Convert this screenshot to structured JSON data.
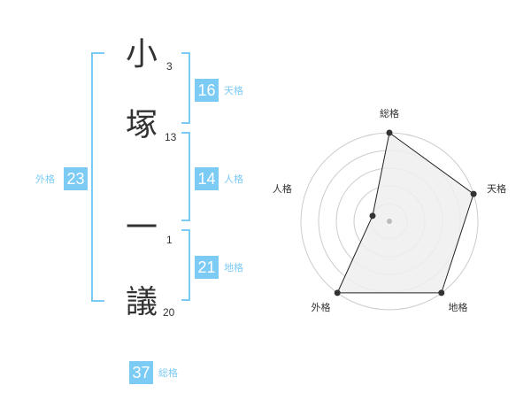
{
  "name": {
    "chars": [
      {
        "char": "小",
        "strokes": "3"
      },
      {
        "char": "塚",
        "strokes": "13"
      },
      {
        "char": "一",
        "strokes": "1"
      },
      {
        "char": "議",
        "strokes": "20"
      }
    ]
  },
  "fortune": {
    "tenkaku": {
      "value": "16",
      "label": "天格"
    },
    "jinkaku": {
      "value": "14",
      "label": "人格"
    },
    "chikaku": {
      "value": "21",
      "label": "地格"
    },
    "gaikaku": {
      "value": "23",
      "label": "外格"
    },
    "soukaku": {
      "value": "37",
      "label": "総格"
    }
  },
  "colors": {
    "accent": "#7ccbf5",
    "text": "#333333",
    "grid": "#cccccc",
    "fill": "#eeeeee"
  },
  "chart_data": {
    "type": "radar",
    "axes": [
      "総格",
      "天格",
      "地格",
      "外格",
      "人格"
    ],
    "levels": 5,
    "range": [
      0,
      5
    ],
    "values": [
      5,
      5,
      5,
      5,
      1
    ]
  }
}
